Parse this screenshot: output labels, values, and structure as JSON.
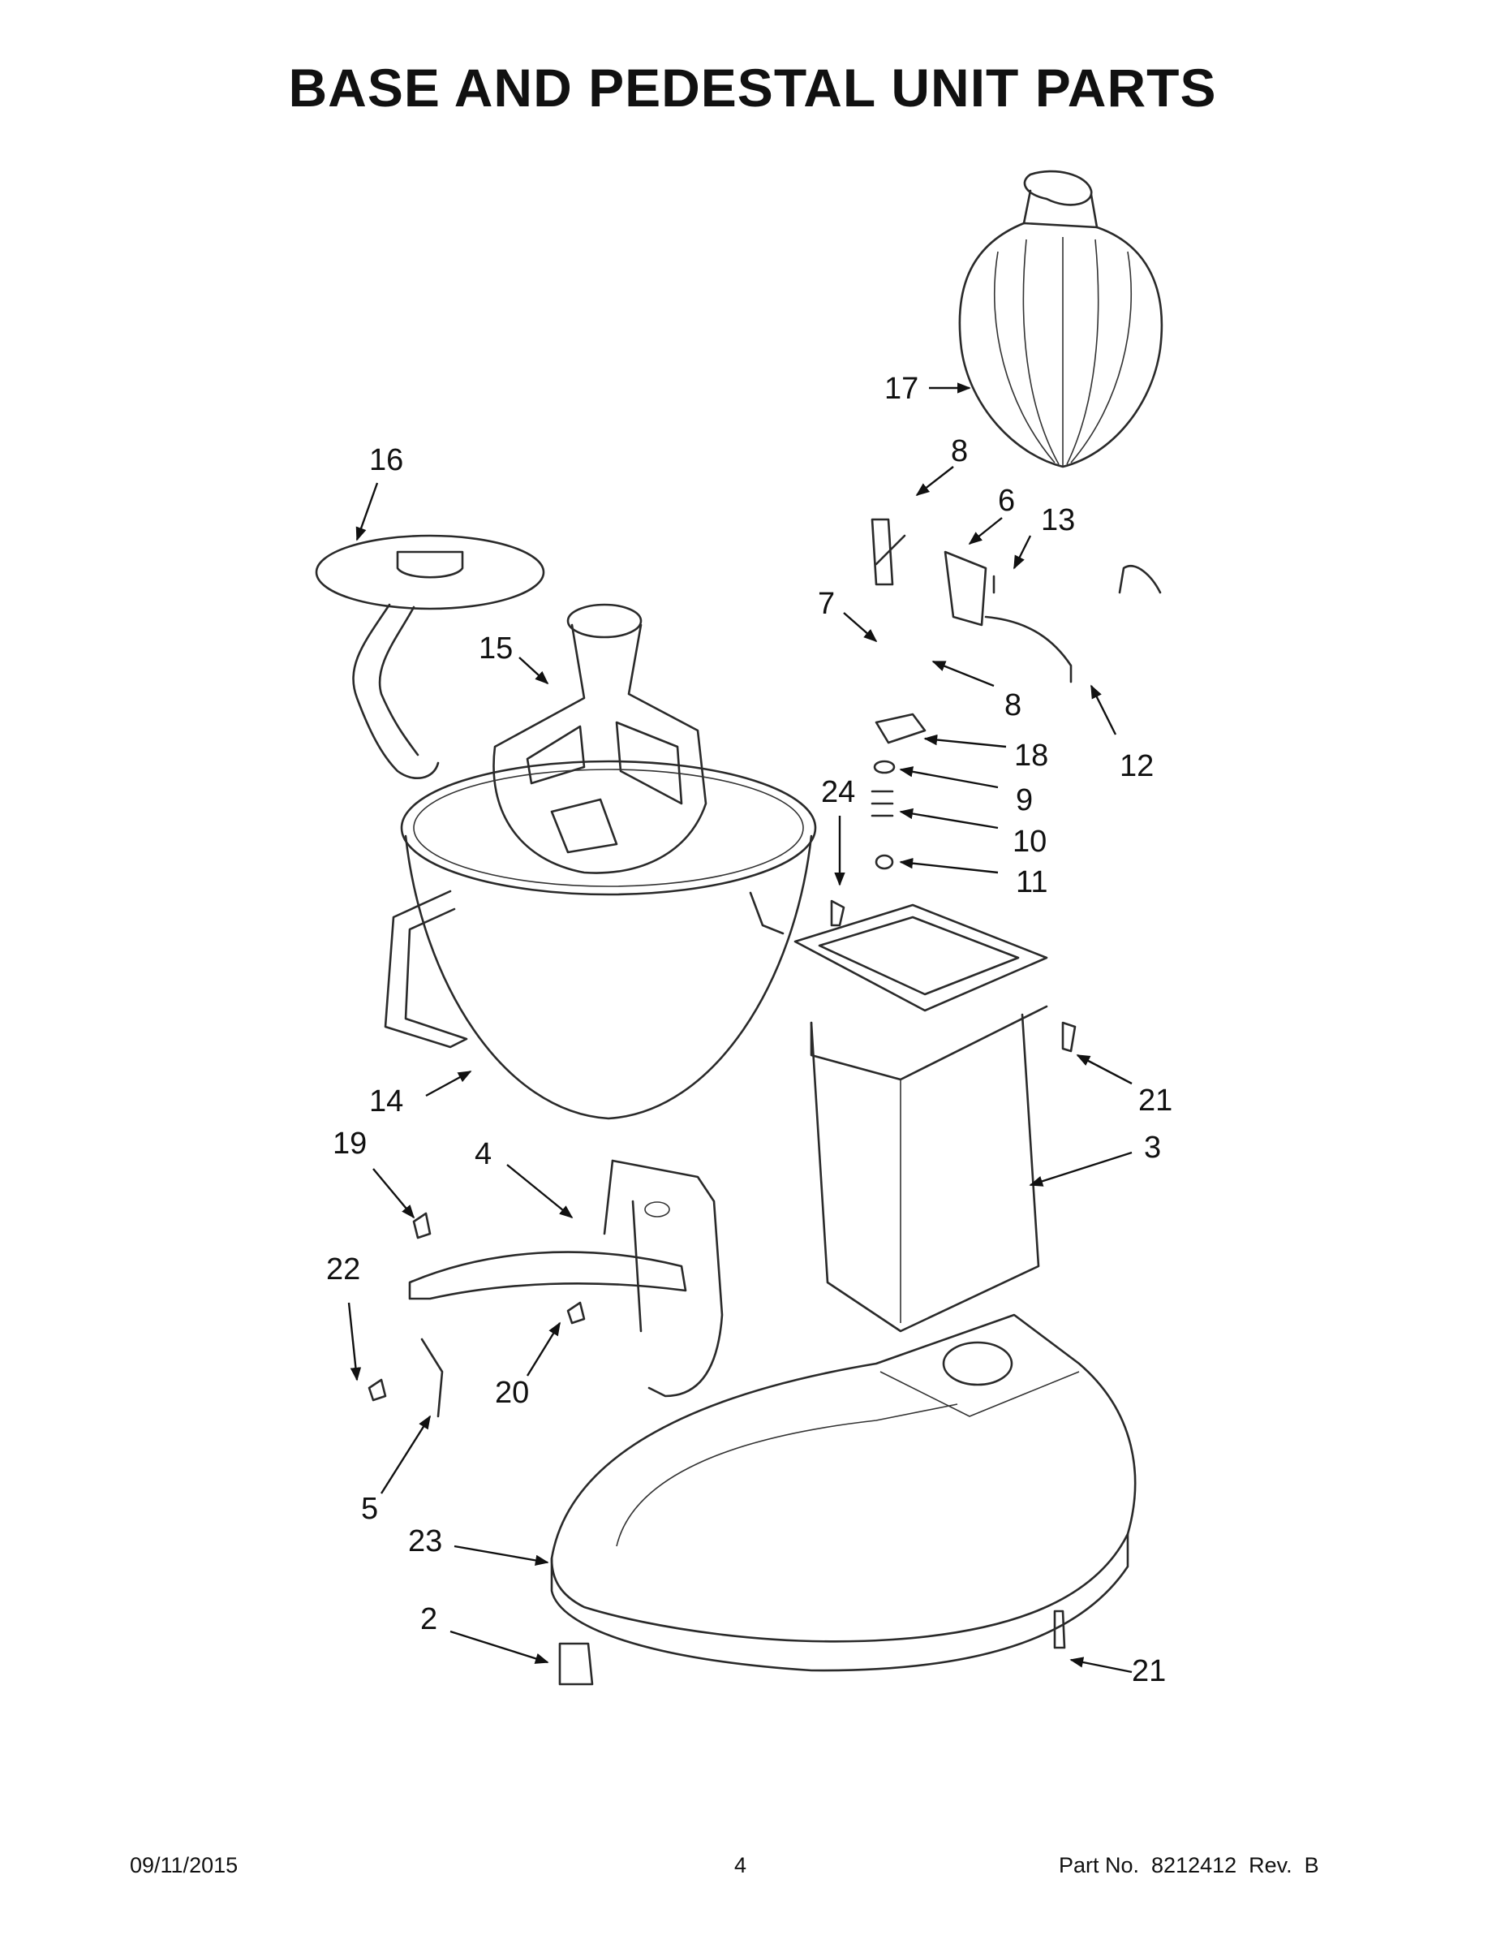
{
  "title": "BASE AND PEDESTAL UNIT PARTS",
  "callouts": [
    "17",
    "16",
    "8",
    "6",
    "13",
    "15",
    "7",
    "8",
    "12",
    "18",
    "24",
    "9",
    "10",
    "11",
    "21",
    "14",
    "19",
    "4",
    "3",
    "22",
    "20",
    "5",
    "23",
    "2",
    "21"
  ],
  "footer": {
    "date": "09/11/2015",
    "page": "4",
    "part_number": "Part No.  8212412  Rev.  B"
  }
}
